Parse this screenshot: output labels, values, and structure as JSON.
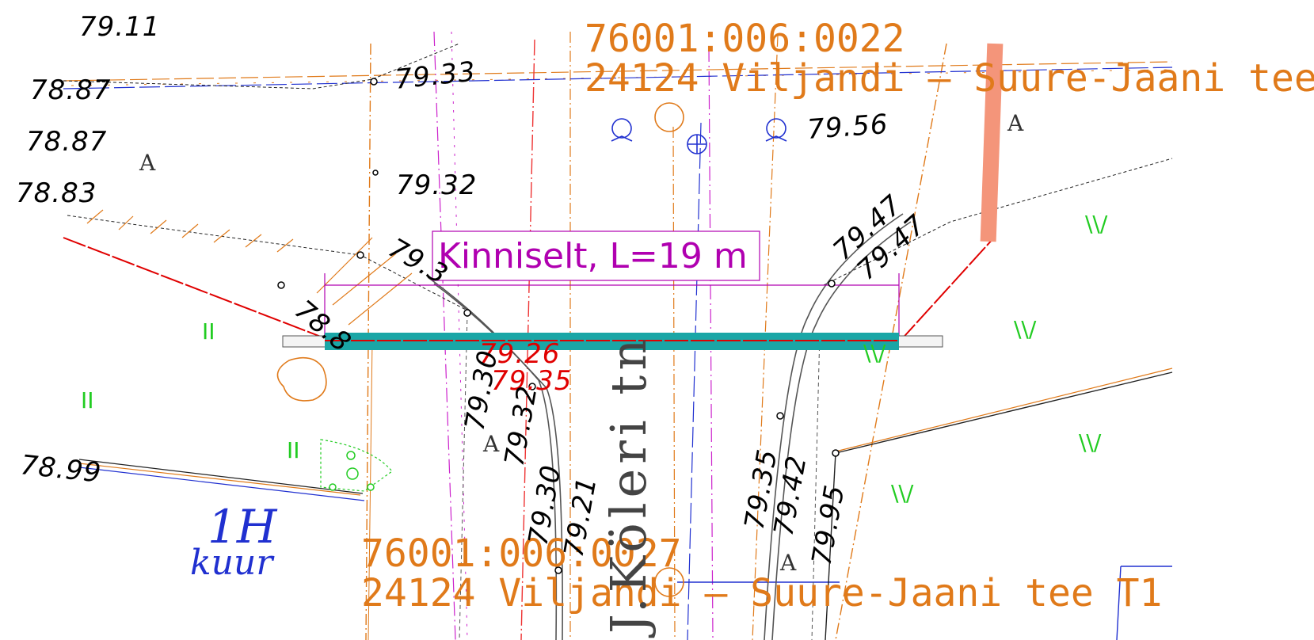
{
  "map": {
    "parcel_top_id": "76001:006:0022",
    "parcel_top_name": "24124 Viljandi – Suure-Jaani tee",
    "parcel_bottom_id": "76001:006:0027",
    "parcel_bottom_name": "24124 Viljandi – Suure-Jaani tee T1",
    "street_name": "J.Köleri tn",
    "building_code": "1H",
    "building_type": "kuur",
    "crossing_label": "Kinniselt, L=19 m",
    "red_value_1": "79.26",
    "red_value_2": "79.35",
    "zone_letter": "A",
    "grass_symbol": "II",
    "meadow_symbol": "\\\\/",
    "elevations": [
      "79.11",
      "78.87",
      "78.87",
      "78.83",
      "79.33",
      "79.32",
      "79.56",
      "79.47",
      "79.47",
      "78.99",
      "79.30",
      "79.32",
      "79.30",
      "79.21",
      "79.35",
      "79.42",
      "79.95",
      "78.8",
      "79.3"
    ],
    "colors": {
      "parcel_text": "#e07a1a",
      "highlight_label": "#b000b0",
      "culvert": "#1aa6a6",
      "red_line": "#e00000",
      "water_line": "#2030d0",
      "vegetation": "#22cc22",
      "salmon_bar": "#f4957a"
    }
  }
}
